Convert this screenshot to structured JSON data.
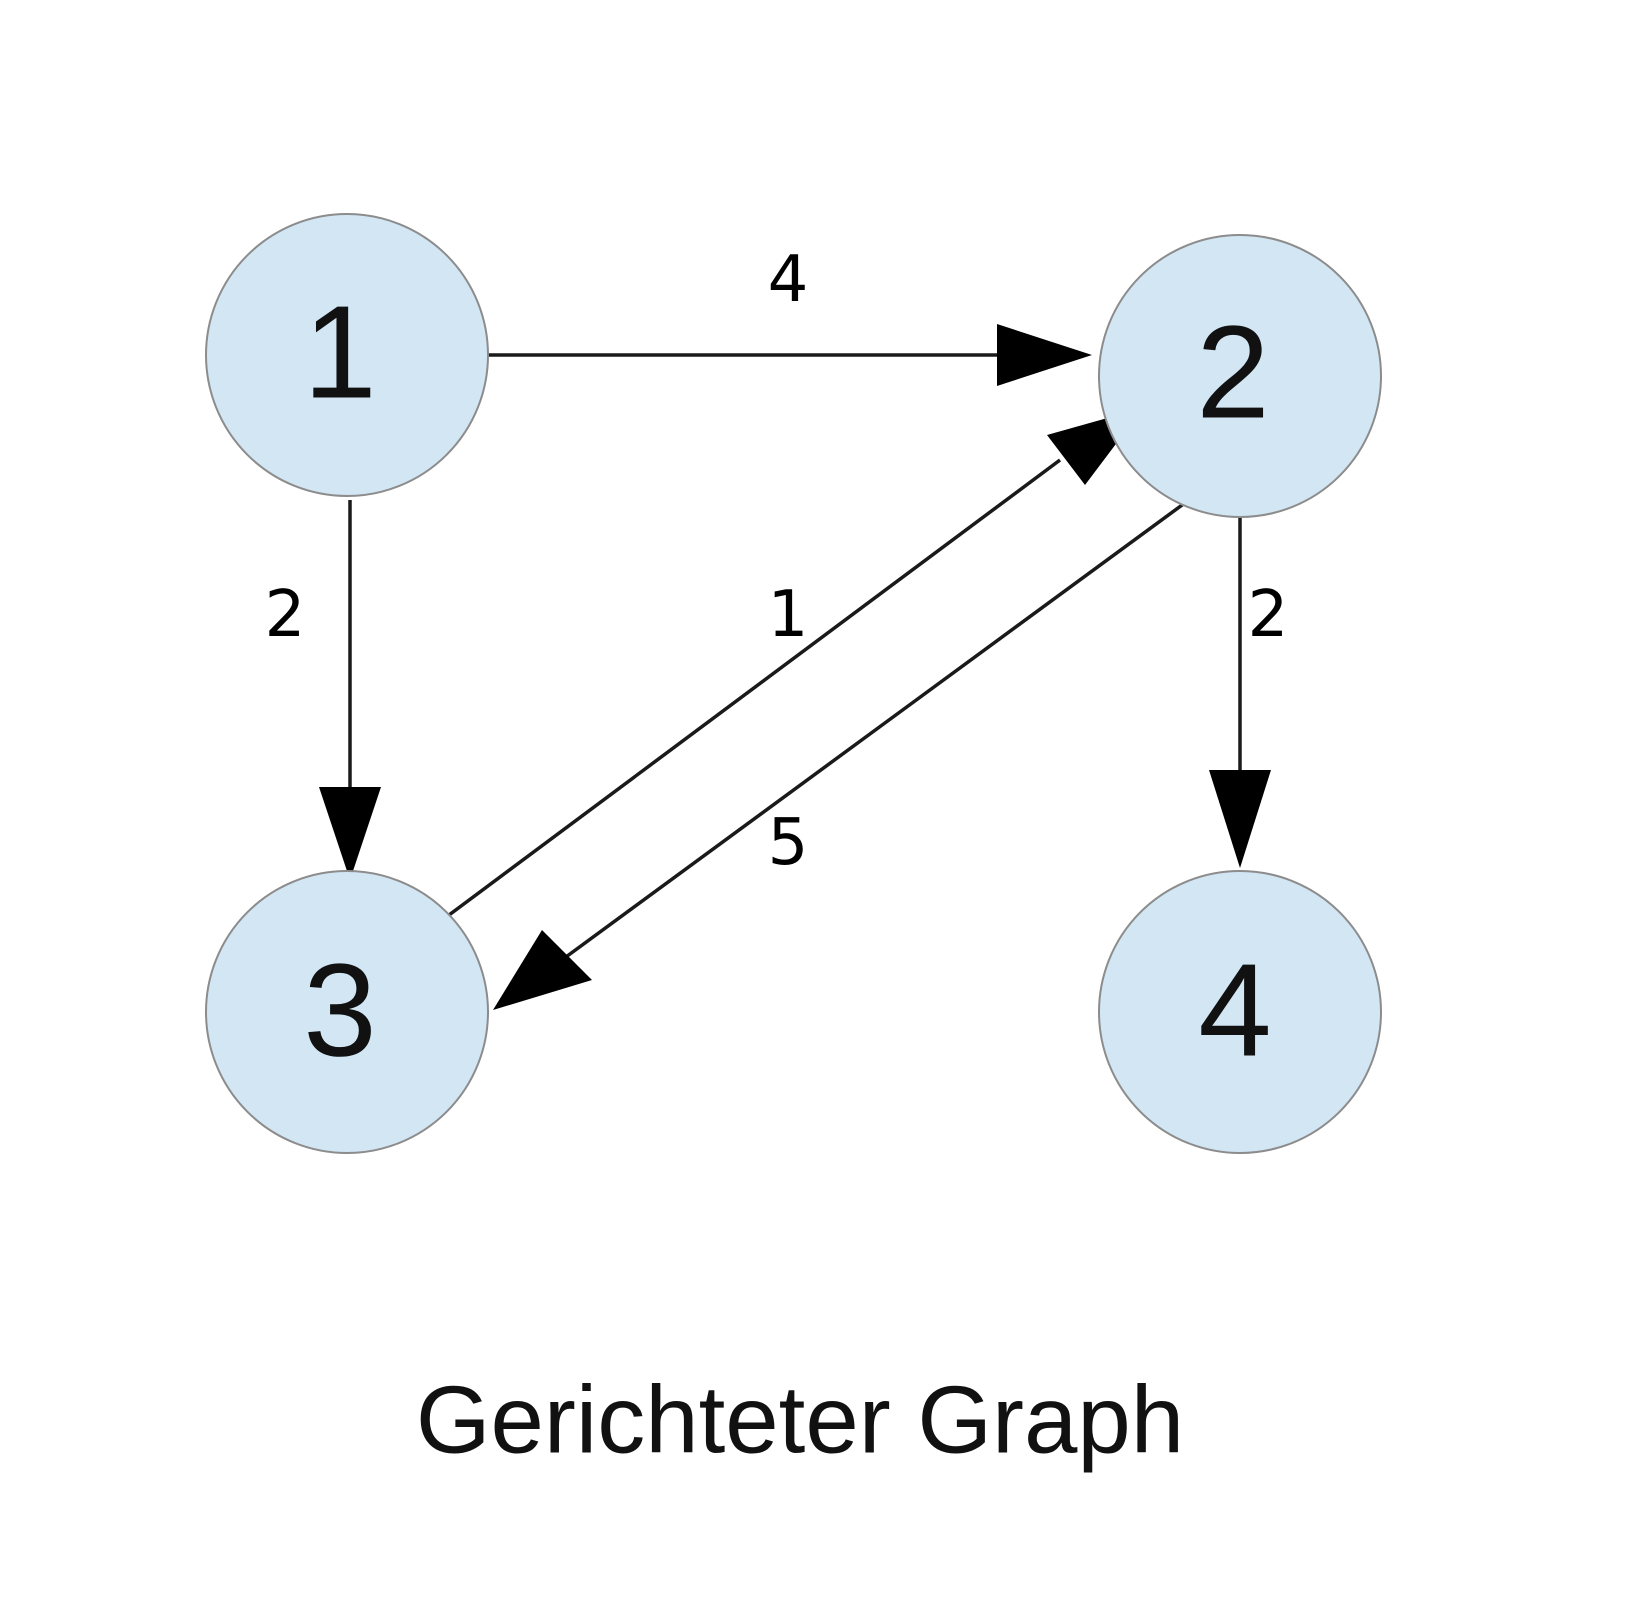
{
  "diagram": {
    "type": "directed-weighted-graph",
    "caption": "Gerichteter Graph",
    "colors": {
      "node_fill": "#d2e6f4",
      "node_stroke": "#8c8c8c",
      "edge": "#1a1a1a",
      "text": "#111111"
    },
    "nodes": [
      {
        "id": "1",
        "label": "1"
      },
      {
        "id": "2",
        "label": "2"
      },
      {
        "id": "3",
        "label": "3"
      },
      {
        "id": "4",
        "label": "4"
      }
    ],
    "edges": [
      {
        "from": "1",
        "to": "2",
        "weight": "4"
      },
      {
        "from": "1",
        "to": "3",
        "weight": "2"
      },
      {
        "from": "3",
        "to": "2",
        "weight": "1"
      },
      {
        "from": "2",
        "to": "3",
        "weight": "5"
      },
      {
        "from": "2",
        "to": "4",
        "weight": "2"
      }
    ]
  }
}
